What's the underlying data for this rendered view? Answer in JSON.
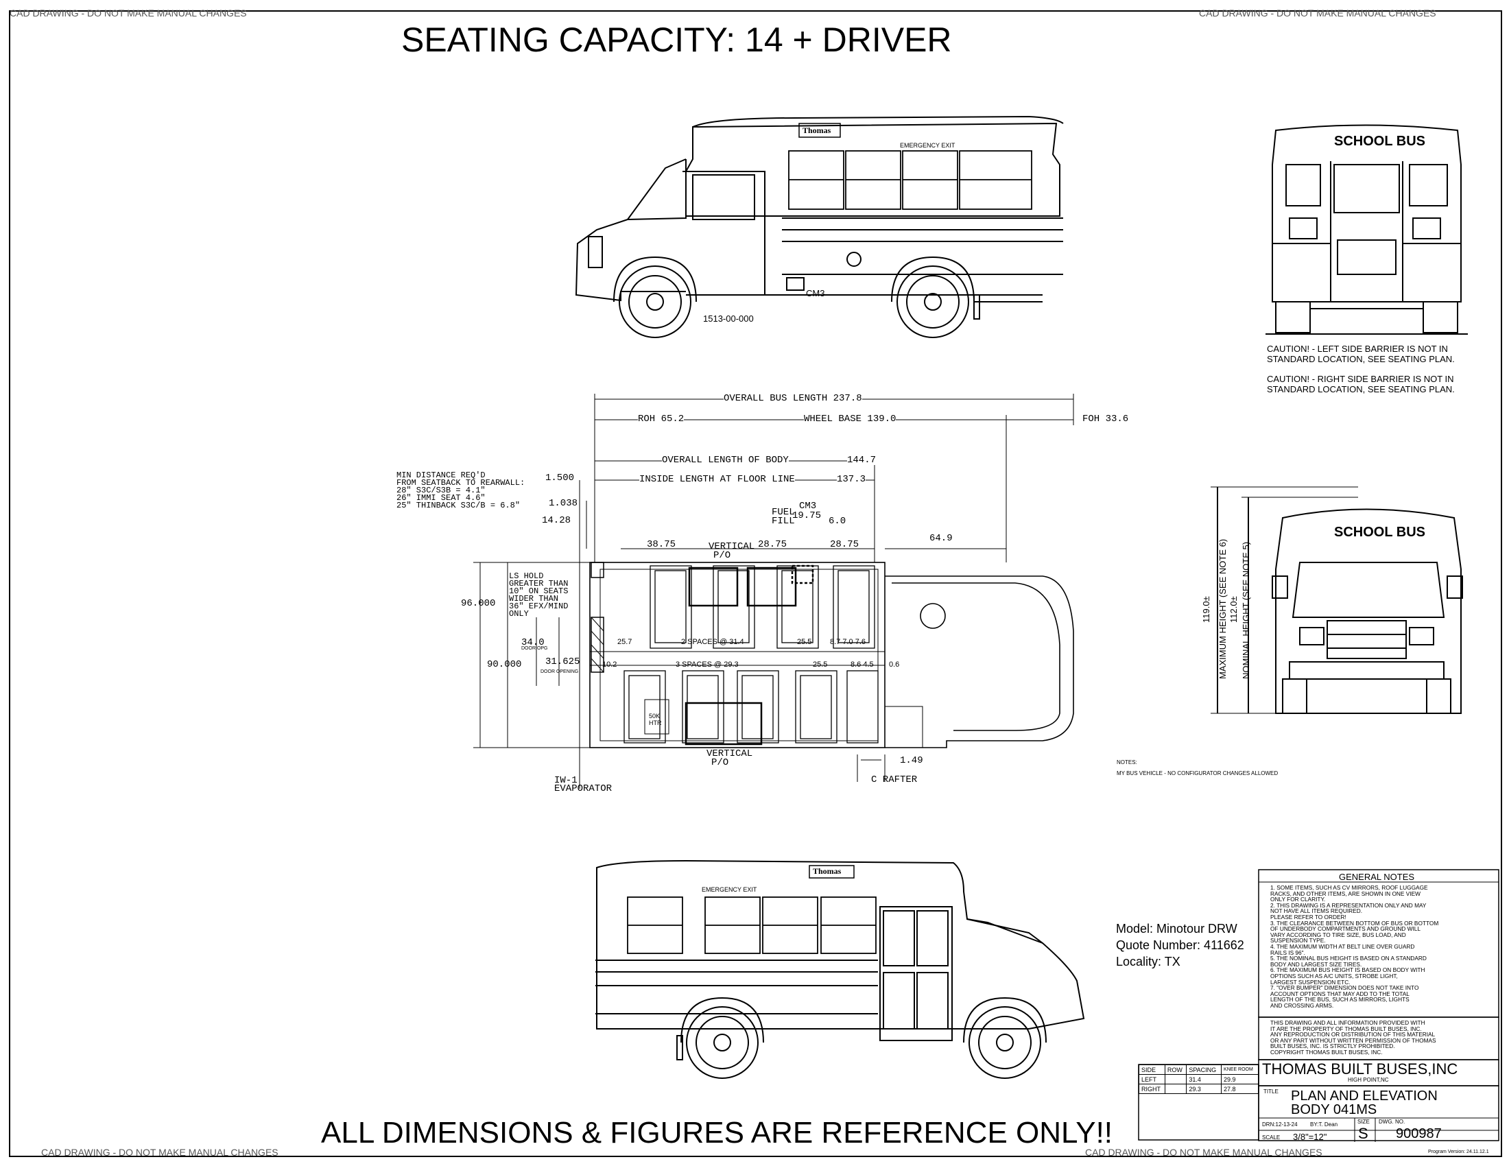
{
  "watermark": "CAD DRAWING - DO NOT MAKE MANUAL CHANGES",
  "heading": "SEATING CAPACITY: 14 + DRIVER",
  "footer_banner": "ALL DIMENSIONS & FIGURES ARE REFERENCE ONLY!!",
  "side_view": {
    "brand_plate": "Thomas",
    "emergency_exit": "EMERGENCY EXIT",
    "part_number": "1513-00-000",
    "cm_label": "CM3"
  },
  "rear_view": {
    "sign": "SCHOOL BUS",
    "caution_left_1": "CAUTION! - LEFT SIDE BARRIER IS NOT IN",
    "caution_left_2": "STANDARD LOCATION, SEE SEATING PLAN.",
    "caution_right_1": "CAUTION! - RIGHT SIDE BARRIER IS NOT IN",
    "caution_right_2": "STANDARD LOCATION, SEE SEATING PLAN."
  },
  "front_view": {
    "sign": "SCHOOL BUS",
    "max_height_label": "MAXIMUM HEIGHT (SEE NOTE 6)",
    "max_height_value": "119.0±",
    "nominal_height_label": "NOMINAL HEIGHT (SEE NOTE 5)",
    "nominal_height_value": "112.0±"
  },
  "plan_dims": {
    "overall_bus_length": "OVERALL BUS LENGTH 237.8",
    "roh": "ROH 65.2",
    "wheel_base": "WHEEL BASE 139.0",
    "foh": "FOH 33.6",
    "overall_body": "OVERALL LENGTH OF BODY",
    "overall_body_value": "144.7",
    "inside_length": "INSIDE LENGTH AT FLOOR LINE",
    "inside_length_value": "137.3",
    "min_dist_1": "MIN DISTANCE REQ'D",
    "min_dist_2": "FROM SEATBACK TO REARWALL:",
    "min_dist_3": "28\" S3C/S3B = 4.1\"",
    "min_dist_4": "26\" IMMI SEAT 4.6\"",
    "min_dist_5": "25\" THINBACK S3C/B = 6.8\"",
    "d1500": "1.500",
    "d1038": "1.038",
    "d1428": "14.28",
    "d3875": "38.75",
    "vertical_top": "VERTICAL",
    "po_top": "P/O",
    "d2875a": "28.75",
    "d2875b": "28.75",
    "fuel_fill": "FUEL",
    "fuel_fill2": "FILL",
    "cm3": "CM3",
    "d1975": "19.75",
    "d60": "6.0",
    "d649": "64.9",
    "d960": "96.000",
    "d900": "90.000",
    "d340": "34.0",
    "door_opg": "DOOR OPG",
    "d31625": "31.625",
    "door_opening": "DOOR OPENING",
    "ls_hold_1": "LS HOLD",
    "ls_hold_2": "GREATER THAN",
    "ls_hold_3": "10\" ON SEATS",
    "ls_hold_4": "WIDER THAN",
    "ls_hold_5": "36\" EFX/MIND",
    "ls_hold_6": "ONLY",
    "d257": "25.7",
    "two_spaces": "2 SPACES @ 31.4",
    "d255a": "25.5",
    "d8770": "8.7 7.0 7.6",
    "d102": "10.2",
    "three_spaces": "3 SPACES @ 29.3",
    "d255b": "25.5",
    "d8645": "8.6 4.5",
    "d06": "0.6",
    "vertical_bot": "VERTICAL",
    "po_bot": "P/O",
    "d149": "1.49",
    "c_rafter": "C RAFTER",
    "evap_1": "IW-1",
    "evap_2": "EVAPORATOR",
    "heater": "50K",
    "heater2": "HTR"
  },
  "notes_small": {
    "label": "NOTES:",
    "text": "MY BUS VEHICLE - NO CONFIGURATOR CHANGES ALLOWED"
  },
  "model_info": {
    "model": "Model: Minotour DRW",
    "quote": "Quote Number: 411662",
    "locality": "Locality: TX"
  },
  "general_notes": {
    "title": "GENERAL NOTES",
    "lines": [
      "1. SOME ITEMS, SUCH AS CV MIRRORS, ROOF LUGGAGE",
      "RACKS, AND OTHER ITEMS, ARE SHOWN IN ONE VIEW",
      "ONLY FOR CLARITY.",
      "2. THIS DRAWING IS A REPRESENTATION ONLY AND MAY",
      "NOT HAVE ALL ITEMS REQUIRED.",
      "PLEASE REFER TO ORDER!",
      "3. THE CLEARANCE BETWEEN BOTTOM OF BUS OR BOTTOM",
      "OF UNDERBODY COMPARTMENTS AND GROUND WILL",
      "VARY ACCORDING TO TIRE SIZE, BUS LOAD, AND",
      "SUSPENSION TYPE.",
      "4. THE MAXIMUM WIDTH AT BELT LINE OVER GUARD",
      "RAILS IS 96\".",
      "5. THE NOMINAL BUS HEIGHT IS BASED ON A STANDARD",
      "BODY AND LARGEST SIZE TIRES.",
      "6. THE MAXIMUM BUS HEIGHT IS BASED ON BODY WITH",
      "OPTIONS SUCH AS A/C UNITS, STROBE LIGHT,",
      "LARGEST SUSPENSION ETC.",
      "7. \"OVER BUMPER\" DIMENSION DOES NOT TAKE INTO",
      "ACCOUNT OPTIONS THAT MAY ADD TO THE TOTAL",
      "LENGTH OF THE BUS, SUCH AS MIRRORS, LIGHTS",
      "AND CROSSING ARMS."
    ],
    "prop_lines": [
      "THIS DRAWING AND ALL INFORMATION PROVIDED WITH",
      "IT ARE THE PROPERTY OF THOMAS BUILT BUSES, INC.",
      "ANY REPRODUCTION OR DISTRIBUTION OF THIS MATERIAL",
      "OR ANY PART WITHOUT WRITTEN PERMISSION OF THOMAS",
      "BUILT BUSES, INC. IS STRICTLY PROHIBITED.",
      "COPYRIGHT THOMAS BUILT BUSES, INC."
    ]
  },
  "spacing_table": {
    "headers": [
      "SIDE",
      "ROW",
      "SPACING",
      "KNEE ROOM"
    ],
    "rows": [
      [
        "LEFT",
        "",
        "31.4",
        "29.9"
      ],
      [
        "RIGHT",
        "",
        "29.3",
        "27.8"
      ]
    ]
  },
  "title_block": {
    "company": "THOMAS BUILT BUSES,INC",
    "location": "HIGH POINT,NC",
    "title_label": "TITLE",
    "title_1": "PLAN AND ELEVATION",
    "title_2": "BODY 041MS",
    "drn": "DRN:12-13-24",
    "by": "BY:T. Dean",
    "size_label": "SIZE",
    "size": "S",
    "dwg_label": "DWG. NO.",
    "dwg_no": "900987",
    "scale_label": "SCALE",
    "scale": "3/8\"=12\"",
    "program_version": "Program Version: 24.11.12.1"
  }
}
